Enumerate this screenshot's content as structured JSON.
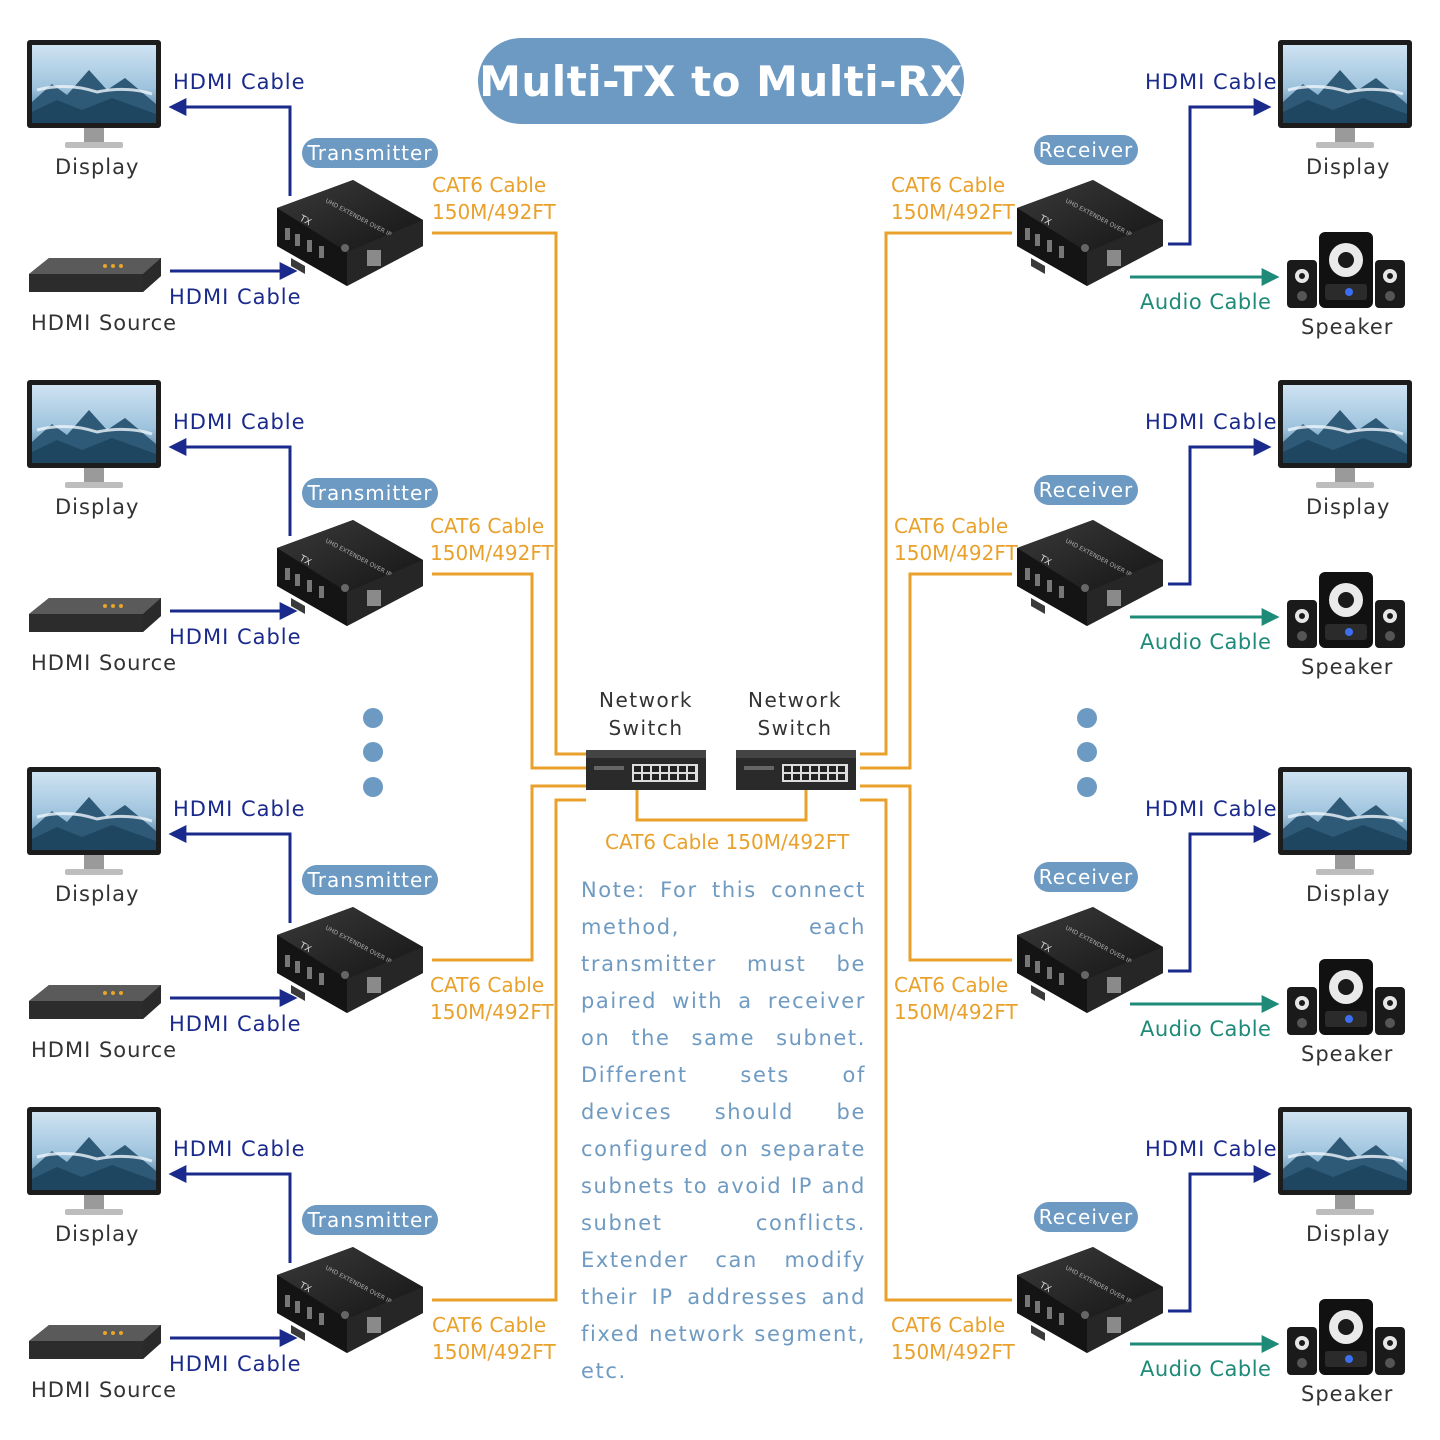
{
  "title": "Multi-TX to Multi-RX",
  "colors": {
    "title_bg": "#6c9ac3",
    "hdmi_line": "#1a2a8c",
    "cat6_line": "#e9a12b",
    "audio_line": "#1e8a78",
    "pill_bg": "#6c9ac3",
    "note_text": "#6f9ac1"
  },
  "icons": [
    "display-icon",
    "hdmi-source-icon",
    "transmitter-icon",
    "receiver-icon",
    "network-switch-icon",
    "speaker-icon"
  ],
  "tx_groups": [
    {
      "display_label": "Display",
      "display_cable": "HDMI Cable",
      "source_label": "HDMI Source",
      "source_cable": "HDMI Cable",
      "device_label": "Transmitter",
      "cat6_label": "CAT6 Cable",
      "cat6_length": "150M/492FT"
    },
    {
      "display_label": "Display",
      "display_cable": "HDMI Cable",
      "source_label": "HDMI Source",
      "source_cable": "HDMI Cable",
      "device_label": "Transmitter",
      "cat6_label": "CAT6 Cable",
      "cat6_length": "150M/492FT"
    },
    {
      "display_label": "Display",
      "display_cable": "HDMI Cable",
      "source_label": "HDMI Source",
      "source_cable": "HDMI Cable",
      "device_label": "Transmitter",
      "cat6_label": "CAT6 Cable",
      "cat6_length": "150M/492FT"
    },
    {
      "display_label": "Display",
      "display_cable": "HDMI Cable",
      "source_label": "HDMI Source",
      "source_cable": "HDMI Cable",
      "device_label": "Transmitter",
      "cat6_label": "CAT6 Cable",
      "cat6_length": "150M/492FT"
    }
  ],
  "rx_groups": [
    {
      "display_label": "Display",
      "display_cable": "HDMI Cable",
      "speaker_label": "Speaker",
      "audio_cable": "Audio Cable",
      "device_label": "Receiver",
      "cat6_label": "CAT6 Cable",
      "cat6_length": "150M/492FT"
    },
    {
      "display_label": "Display",
      "display_cable": "HDMI Cable",
      "speaker_label": "Speaker",
      "audio_cable": "Audio Cable",
      "device_label": "Receiver",
      "cat6_label": "CAT6 Cable",
      "cat6_length": "150M/492FT"
    },
    {
      "display_label": "Display",
      "display_cable": "HDMI Cable",
      "speaker_label": "Speaker",
      "audio_cable": "Audio Cable",
      "device_label": "Receiver",
      "cat6_label": "CAT6 Cable",
      "cat6_length": "150M/492FT"
    },
    {
      "display_label": "Display",
      "display_cable": "HDMI Cable",
      "speaker_label": "Speaker",
      "audio_cable": "Audio Cable",
      "device_label": "Receiver",
      "cat6_label": "CAT6 Cable",
      "cat6_length": "150M/492FT"
    }
  ],
  "switches": {
    "left_label": "Network Switch",
    "right_label": "Network Switch",
    "link_label": "CAT6 Cable 150M/492FT"
  },
  "note": "Note: For this connect method, each transmitter must be paired with a receiver on the same subnet. Different sets of devices should be configured on separate subnets to avoid IP and subnet conflicts. Extender can modify their IP addresses and fixed network segment, etc."
}
